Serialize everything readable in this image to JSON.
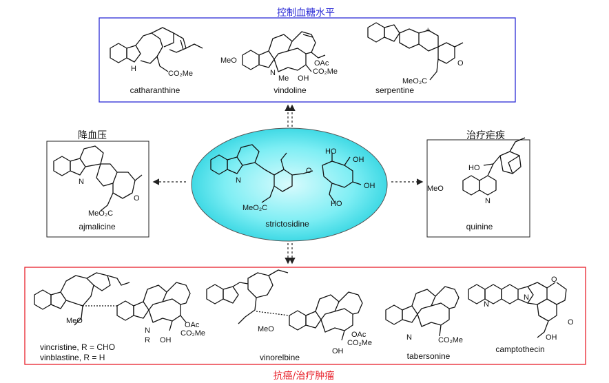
{
  "categories": {
    "top": {
      "label": "控制血糖水平",
      "color": "#2b2bd6"
    },
    "left": {
      "label": "降血压",
      "color": "#111111"
    },
    "right": {
      "label": "治疗疟疾",
      "color": "#111111"
    },
    "bottom": {
      "label": "抗癌/治疗肿瘤",
      "color": "#e8212b"
    }
  },
  "center": {
    "compound": "strictosidine",
    "fill": "#3fe0ea"
  },
  "compounds": {
    "top": [
      "catharanthine",
      "vindoline",
      "serpentine"
    ],
    "left": "ajmalicine",
    "right": "quinine",
    "bottom": [
      "vincristine, R = CHO",
      "vinblastine, R = H",
      "vinorelbine",
      "tabersonine",
      "camptothecin"
    ]
  },
  "groups": {
    "co2me": "CO₂Me",
    "meo2c": "MeO₂C",
    "oac": "OAc",
    "oh": "OH",
    "ho": "HO",
    "meo": "MeO",
    "me": "Me",
    "n": "N",
    "h": "H",
    "r": "R",
    "o": "O",
    "plus": "+"
  }
}
